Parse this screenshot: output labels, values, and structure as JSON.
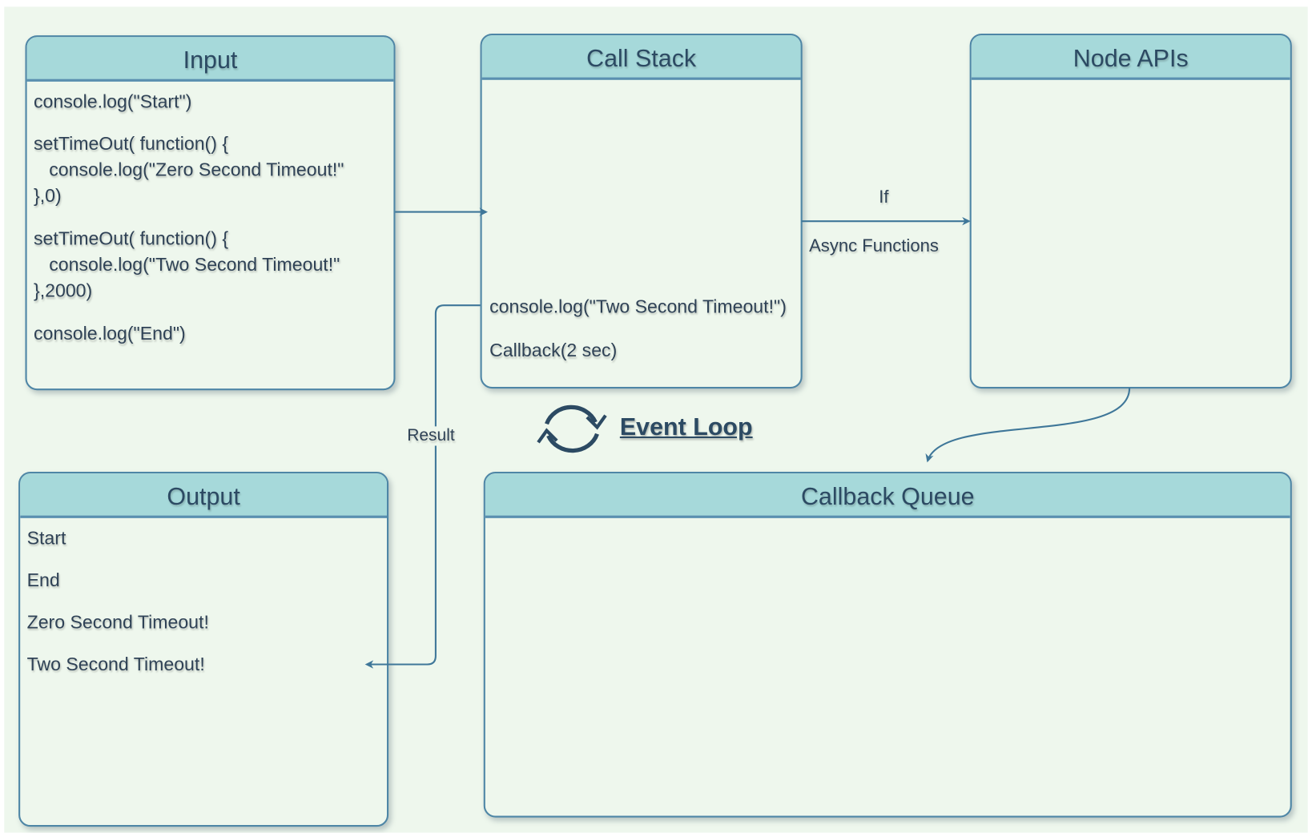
{
  "boxes": {
    "input": {
      "title": "Input",
      "lines": [
        "console.log(\"Start\")",
        "setTimeOut( function() {",
        "   console.log(\"Zero Second Timeout!\"",
        "},0)",
        "setTimeOut( function() {",
        "   console.log(\"Two Second Timeout!\"",
        "},2000)",
        "console.log(\"End\")"
      ]
    },
    "call_stack": {
      "title": "Call Stack",
      "lines": [
        "console.log(\"Two Second Timeout!\")",
        "Callback(2 sec)"
      ]
    },
    "node_apis": {
      "title": "Node APIs"
    },
    "output": {
      "title": "Output",
      "lines": [
        "Start",
        "End",
        "Zero Second Timeout!",
        "Two Second Timeout!"
      ]
    },
    "callback_queue": {
      "title": "Callback Queue"
    }
  },
  "edges": {
    "if_label": "If",
    "async_label": "Async Functions",
    "result_label": "Result"
  },
  "event_loop": {
    "label": "Event Loop",
    "icon": "refresh-cycle-icon"
  },
  "colors": {
    "background": "#eef7ed",
    "header": "#a6d9da",
    "border": "#4e86a6",
    "text": "#2c4a63"
  }
}
